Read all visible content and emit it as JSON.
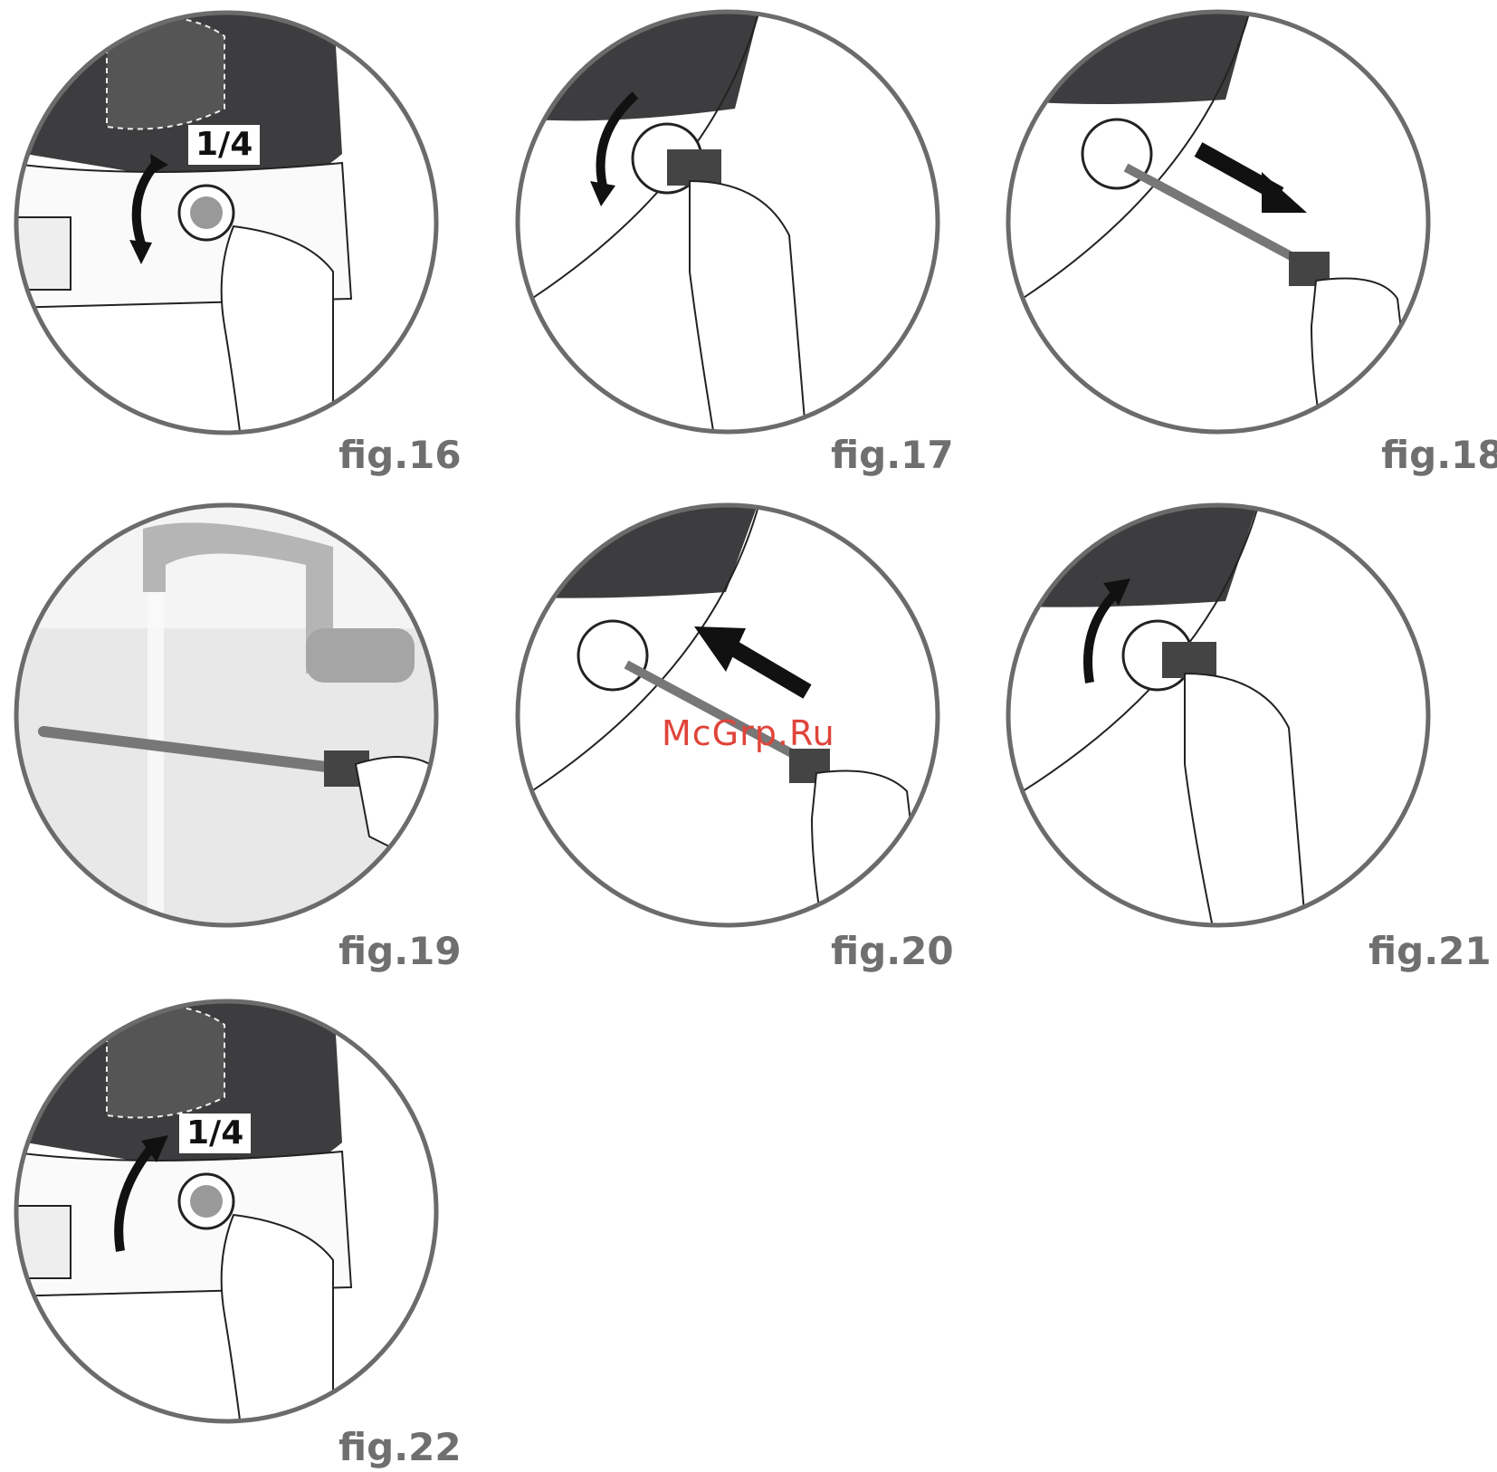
{
  "figures": [
    {
      "id": "16",
      "label": "fig.16",
      "overlay": "1/4"
    },
    {
      "id": "17",
      "label": "fig.17"
    },
    {
      "id": "18",
      "label": "fig.18"
    },
    {
      "id": "19",
      "label": "fig.19"
    },
    {
      "id": "20",
      "label": "fig.20"
    },
    {
      "id": "21",
      "label": "fig.21"
    },
    {
      "id": "22",
      "label": "fig.22",
      "overlay": "1/4"
    }
  ],
  "watermark": "McGrp.Ru",
  "colors": {
    "ring": "#6b6b6b",
    "body_dark": "#3d3d3f",
    "caption": "#6f6f6f",
    "watermark": "#e0443a"
  }
}
